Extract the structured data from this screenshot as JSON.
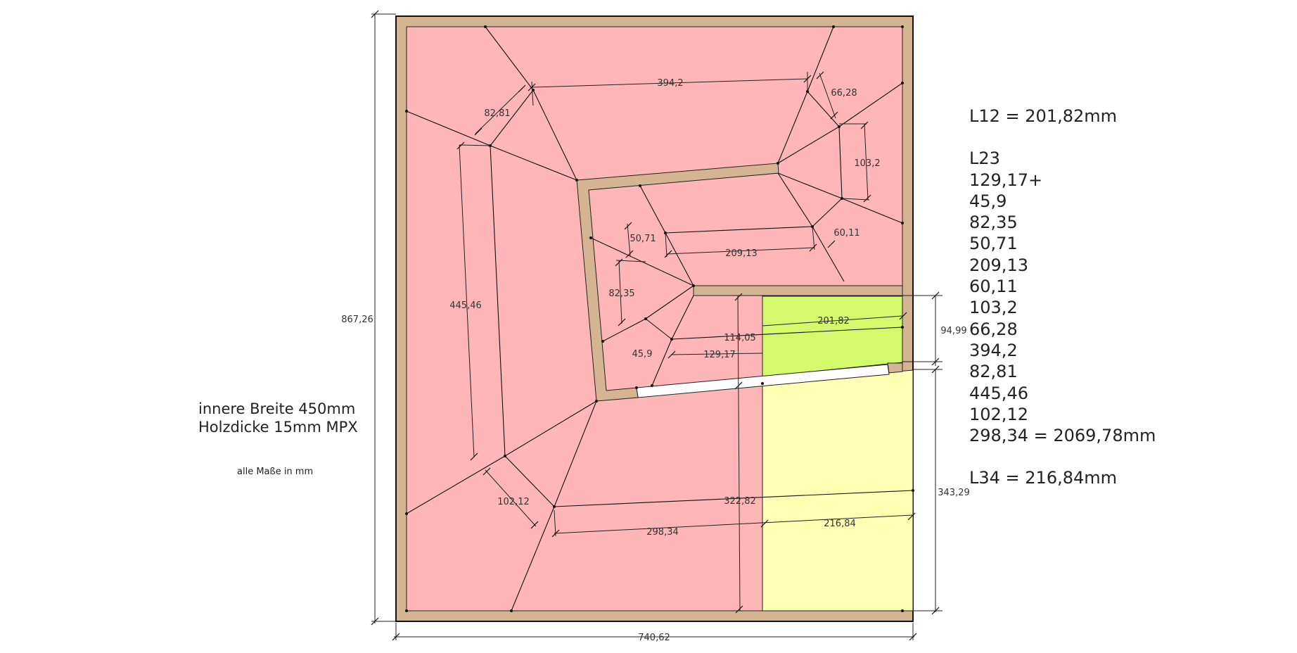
{
  "colors": {
    "wood": "#d4b492",
    "pink": "#ffb6b6",
    "green": "#d2fa6c",
    "yellow": "#ffffb4",
    "line": "#111111"
  },
  "dimensions": {
    "total_height": "867,26",
    "total_width": "740,62",
    "d_394_2": "394,2",
    "d_66_28": "66,28",
    "d_82_81": "82,81",
    "d_103_2": "103,2",
    "d_445_46": "445,46",
    "d_50_71": "50,71",
    "d_209_13": "209,13",
    "d_60_11": "60,11",
    "d_82_35": "82,35",
    "d_201_82": "201,82",
    "d_114_05": "114,05",
    "d_94_99": "94,99",
    "d_45_9": "45,9",
    "d_129_17": "129,17",
    "d_102_12": "102,12",
    "d_322_82": "322,82",
    "d_343_29": "343,29",
    "d_298_34": "298,34",
    "d_216_84": "216,84"
  },
  "notes": {
    "inner_width": "innere Breite 450mm",
    "wood_thickness": "Holzdicke 15mm MPX",
    "units": "alle Maße in mm"
  },
  "calculation": {
    "l12": "L12 = 201,82mm",
    "l23_title": "L23",
    "l23_terms": [
      "129,17+",
      "45,9",
      "82,35",
      "50,71",
      "209,13",
      "60,11",
      "103,2",
      "66,28",
      "394,2",
      "82,81",
      "445,46",
      "102,12",
      "298,34 = 2069,78mm"
    ],
    "l34": "L34 = 216,84mm"
  }
}
